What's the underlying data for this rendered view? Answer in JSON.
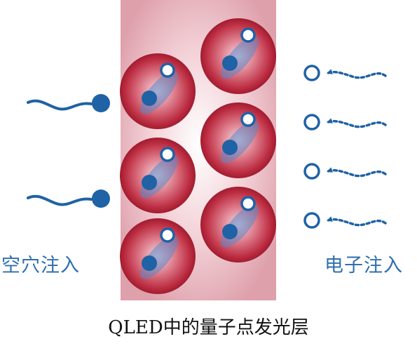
{
  "labels": {
    "hole_injection": "空穴注入",
    "electron_injection": "电子注入",
    "caption": "QLED中的量子点发光层"
  },
  "colors": {
    "layer_fill": "#dfa2ad",
    "dot_red": "#b8283c",
    "carrier_blue": "#1f62a5",
    "label_blue": "#2f6fb0"
  }
}
